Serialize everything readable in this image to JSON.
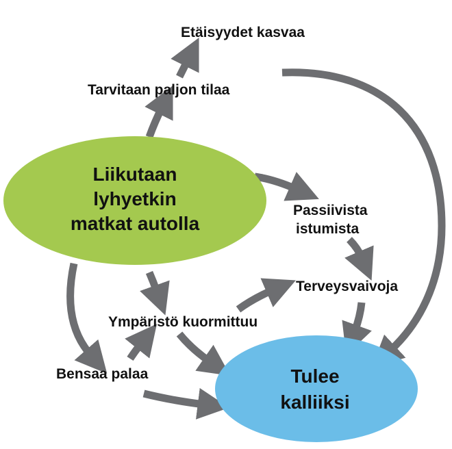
{
  "colors": {
    "start_node": "#a4c94f",
    "end_node": "#6bbde8",
    "arrow": "#6d6e71",
    "text": "#111111"
  },
  "nodes": {
    "start": {
      "lines": [
        "Liikutaan",
        "lyhyetkin",
        "matkat autolla"
      ]
    },
    "end": {
      "lines": [
        "Tulee",
        "kalliiksi"
      ]
    },
    "distances": {
      "label": "Etäisyydet kasvaa"
    },
    "space": {
      "label": "Tarvitaan paljon tilaa"
    },
    "passive": {
      "lines": [
        "Passiivista",
        "istumista"
      ]
    },
    "health": {
      "label": "Terveysvaivoja"
    },
    "environment": {
      "label": "Ympäristö kuormittuu"
    },
    "fuel": {
      "label": "Bensaa palaa"
    }
  }
}
